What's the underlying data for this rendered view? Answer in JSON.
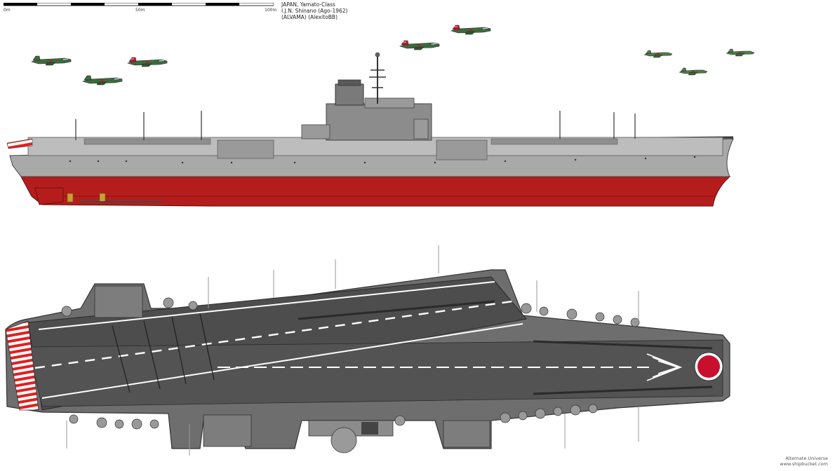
{
  "scale": {
    "start": "0m",
    "mid": "50m",
    "end": "100m"
  },
  "title": {
    "line1": "JAPAN, Yamato-Class",
    "line2": "I.J.N. Shinano (Ago-1962)",
    "line3": "(ALVAMA) (AlexitoBB)"
  },
  "watermark": {
    "line1": "Alternate Universe",
    "line2": "www.shipbucket.com"
  },
  "colors": {
    "hull_upper": "#a9a9a9",
    "hull_lower": "#b51d1d",
    "deck": "#4d4d4d",
    "island": "#8c8c8c",
    "hinomaru": "#c8102e",
    "aircraft_green": "#3d6b3a"
  }
}
